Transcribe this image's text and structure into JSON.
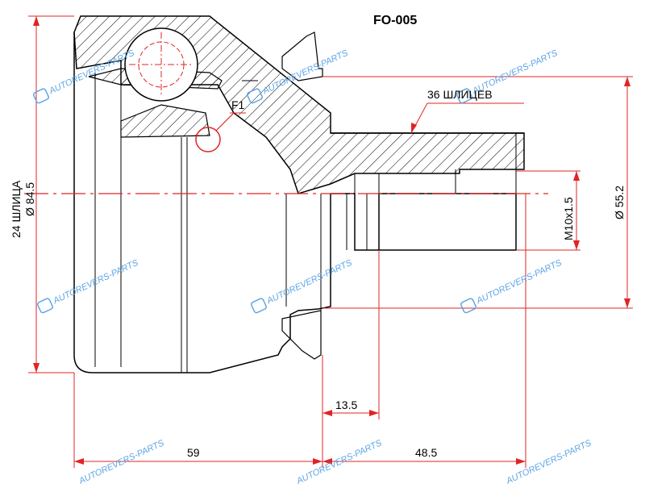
{
  "title": "FO-005",
  "labels": {
    "splines_outer": "36 ШЛИЦЕВ",
    "splines_inner": "24 ШЛИЦА",
    "diameter_outer": "Ø 84.5",
    "diameter_shaft": "Ø 55.2",
    "thread": "M10x1.5",
    "callout": "F1"
  },
  "dimensions": {
    "total_left": "59",
    "total_right": "48.5",
    "thread_length": "13.5"
  },
  "watermark": "AUTOREVERS-PARTS",
  "colors": {
    "outline": "#000000",
    "dimension": "#e02424",
    "watermark": "#5ea6e6"
  }
}
